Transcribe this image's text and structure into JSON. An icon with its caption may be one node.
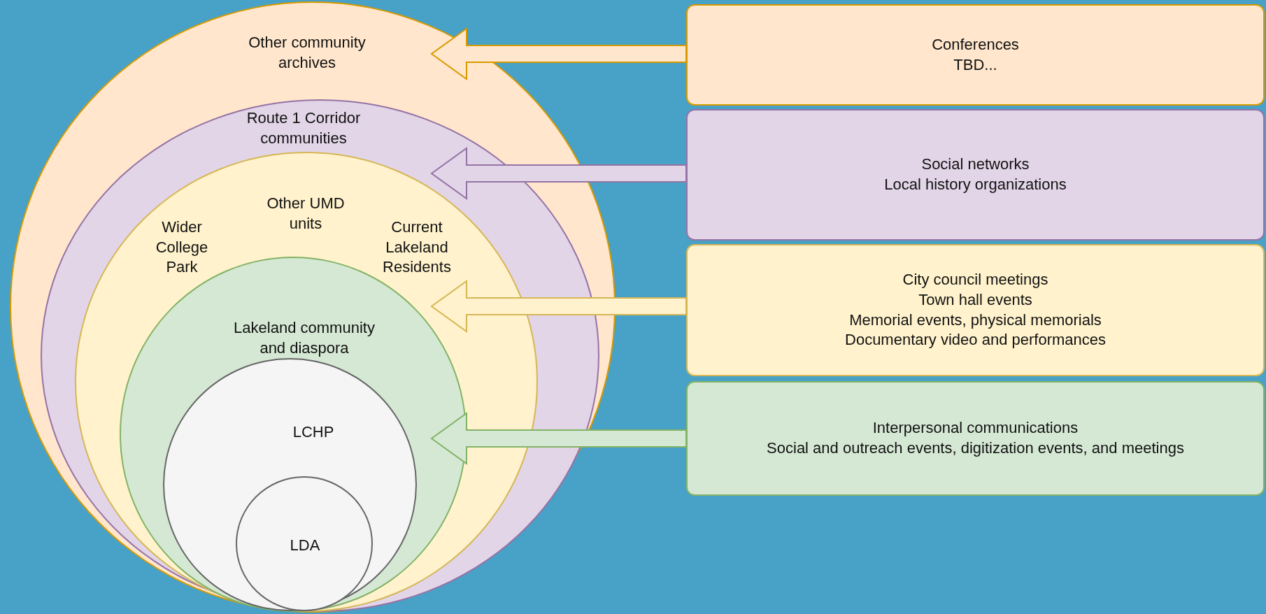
{
  "diagram": {
    "nodes": [
      {
        "text": [
          "Other community archives"
        ]
      },
      {
        "text": [
          "Route 1 Corridor communities"
        ],
        "in": 0
      },
      {
        "text": [
          "Wider College Park",
          "Other UMD units",
          "Current Lakeland Residents"
        ],
        "in": 1
      },
      {
        "text": [
          "Lakeland community and diaspora"
        ],
        "in": 2
      },
      {
        "text": [
          "LCHP"
        ],
        "in": 3
      },
      {
        "text": [
          "LDA"
        ],
        "in": 4
      },
      {
        "text": [
          "Conferences",
          "TBD..."
        ]
      },
      {
        "text": [
          "Social networks",
          "Local history organizations"
        ]
      },
      {
        "text": [
          "City council meetings",
          "Town hall events",
          "Memorial events, physical memorials",
          "Documentary video and performances"
        ]
      },
      {
        "text": [
          "Interpersonal communications",
          "Social and outreach events, digitization events, and meetings"
        ]
      }
    ],
    "edges": [
      {
        "from": 6,
        "to": 0,
        "arrow": "to",
        "color": "#d79b00"
      },
      {
        "from": 7,
        "to": 1,
        "arrow": "to",
        "color": "#9673a6"
      },
      {
        "from": 8,
        "to": 2,
        "arrow": "to",
        "color": "#d6b656"
      },
      {
        "from": 9,
        "to": 3,
        "arrow": "to",
        "color": "#82b366"
      }
    ]
  }
}
